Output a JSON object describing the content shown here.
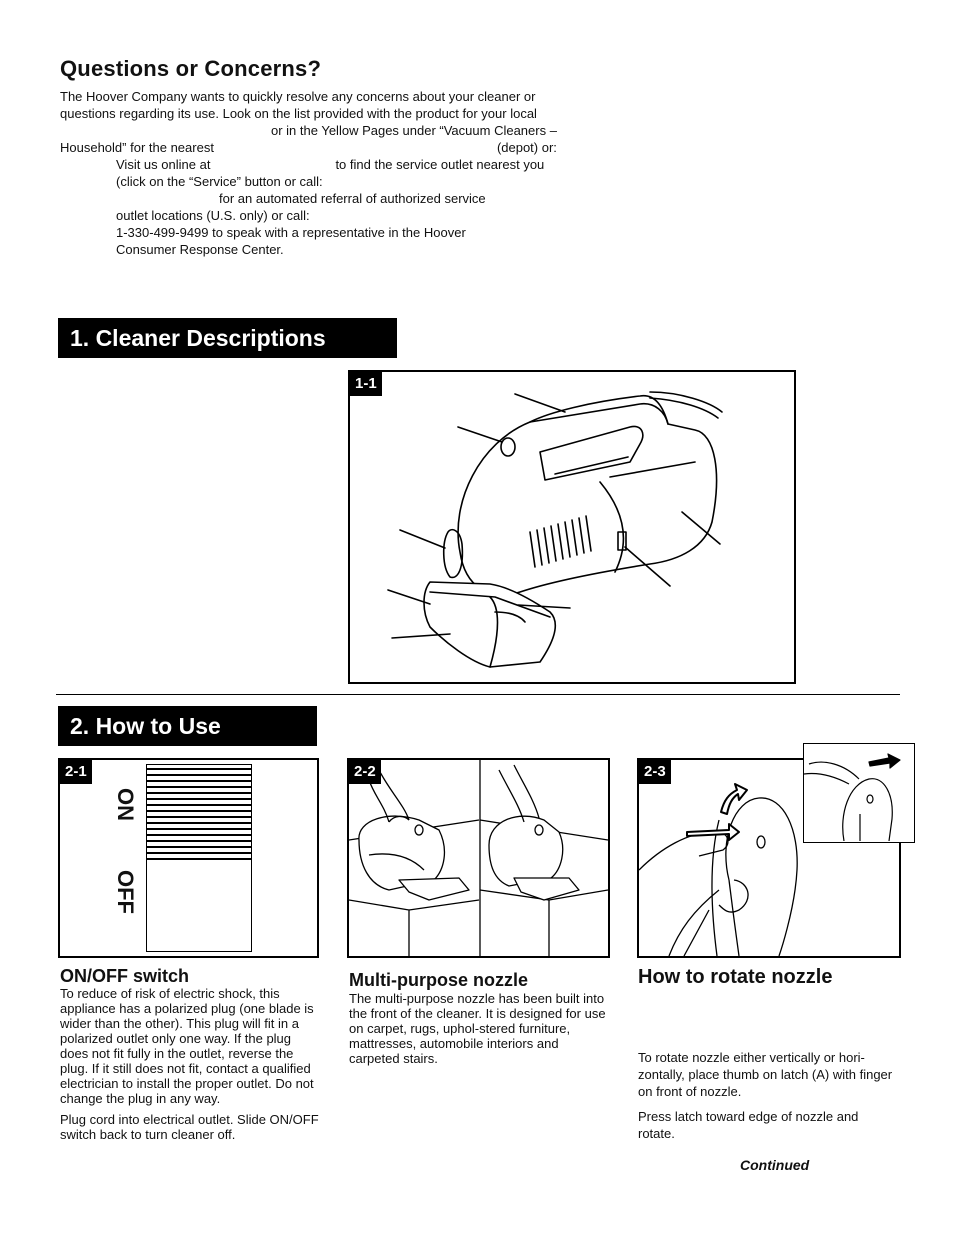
{
  "questions": {
    "title": "Questions or Concerns?",
    "lines": [
      "The Hoover Company wants to quickly resolve any concerns about your cleaner or",
      "questions regarding its use. Look on the list provided with the product for your local",
      "or in the Yellow Pages under “Vacuum Cleaners –",
      "Household” for the nearest",
      "(depot) or:",
      "Visit us online at",
      "to find the service outlet nearest you",
      "(click on the “Service” button or call:",
      "for an automated referral of authorized service",
      "outlet locations (U.S. only) or call:",
      "1-330-499-9499 to speak with a representative in the Hoover",
      "Consumer Response Center."
    ]
  },
  "section1": {
    "title": "1. Cleaner Descriptions",
    "figure_tag": "1-1"
  },
  "section2": {
    "title": "2. How to Use",
    "fig21": {
      "tag": "2-1",
      "on": "ON",
      "off": "OFF"
    },
    "fig22": {
      "tag": "2-2"
    },
    "fig23": {
      "tag": "2-3"
    },
    "onoff": {
      "heading": "ON/OFF switch",
      "p1": "To reduce of risk of electric shock, this appliance has a polarized plug (one blade is wider than the other). This plug will fit in a polarized outlet only one way. If the plug does not fit fully in the outlet, reverse the plug.  If it still does not fit, contact a qualified electrician to install the proper outlet.  Do not change the plug in any way.",
      "p2": "Plug cord into electrical outlet.  Slide ON/OFF switch back to turn cleaner off."
    },
    "nozzle": {
      "heading": "Multi-purpose nozzle",
      "p1": "The multi-purpose nozzle has been built into the front of the cleaner.  It is designed for use on carpet, rugs, uphol-stered furniture, mattresses, automobile interiors and carpeted stairs."
    },
    "rotate": {
      "heading": "How to rotate nozzle",
      "p1": "To rotate nozzle either vertically or hori-zontally, place thumb on latch (A) with finger on front of nozzle.",
      "p2": "Press latch toward edge of nozzle and rotate."
    },
    "continued": "Continued"
  }
}
